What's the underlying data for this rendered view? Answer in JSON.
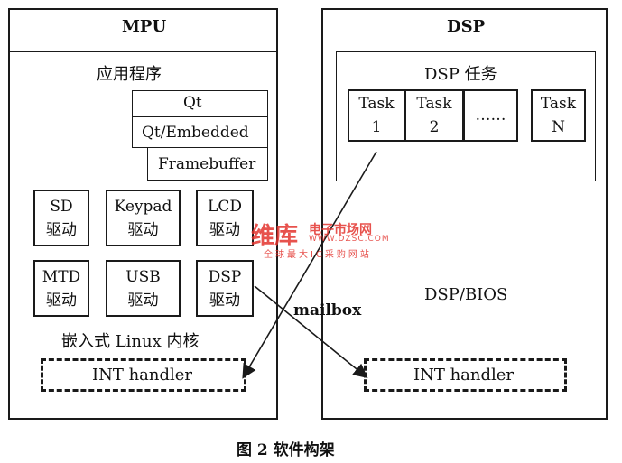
{
  "mpu": {
    "title": "MPU",
    "app": "应用程序",
    "qt": "Qt",
    "qt_embedded": "Qt/Embedded",
    "framebuffer": "Framebuffer",
    "drivers": [
      {
        "name": "SD",
        "sub": "驱动"
      },
      {
        "name": "Keypad",
        "sub": "驱动"
      },
      {
        "name": "LCD",
        "sub": "驱动"
      },
      {
        "name": "MTD",
        "sub": "驱动"
      },
      {
        "name": "USB",
        "sub": "驱动"
      },
      {
        "name": "DSP",
        "sub": "驱动"
      }
    ],
    "kernel": "嵌入式 Linux 内核",
    "int_handler": "INT handler"
  },
  "dsp": {
    "title": "DSP",
    "tasks_title": "DSP 任务",
    "tasks": [
      {
        "name": "Task",
        "num": "1"
      },
      {
        "name": "Task",
        "num": "2"
      },
      {
        "name": "……",
        "num": ""
      },
      {
        "name": "Task",
        "num": "N"
      }
    ],
    "bios": "DSP/BIOS",
    "int_handler": "INT handler"
  },
  "mailbox": "mailbox",
  "caption": "图 2  软件构架",
  "watermark": {
    "brand": "维库",
    "site_name": "电子市场网",
    "url": "WWW.DZSC.COM",
    "slogan": "全球最大IC采购网站"
  }
}
